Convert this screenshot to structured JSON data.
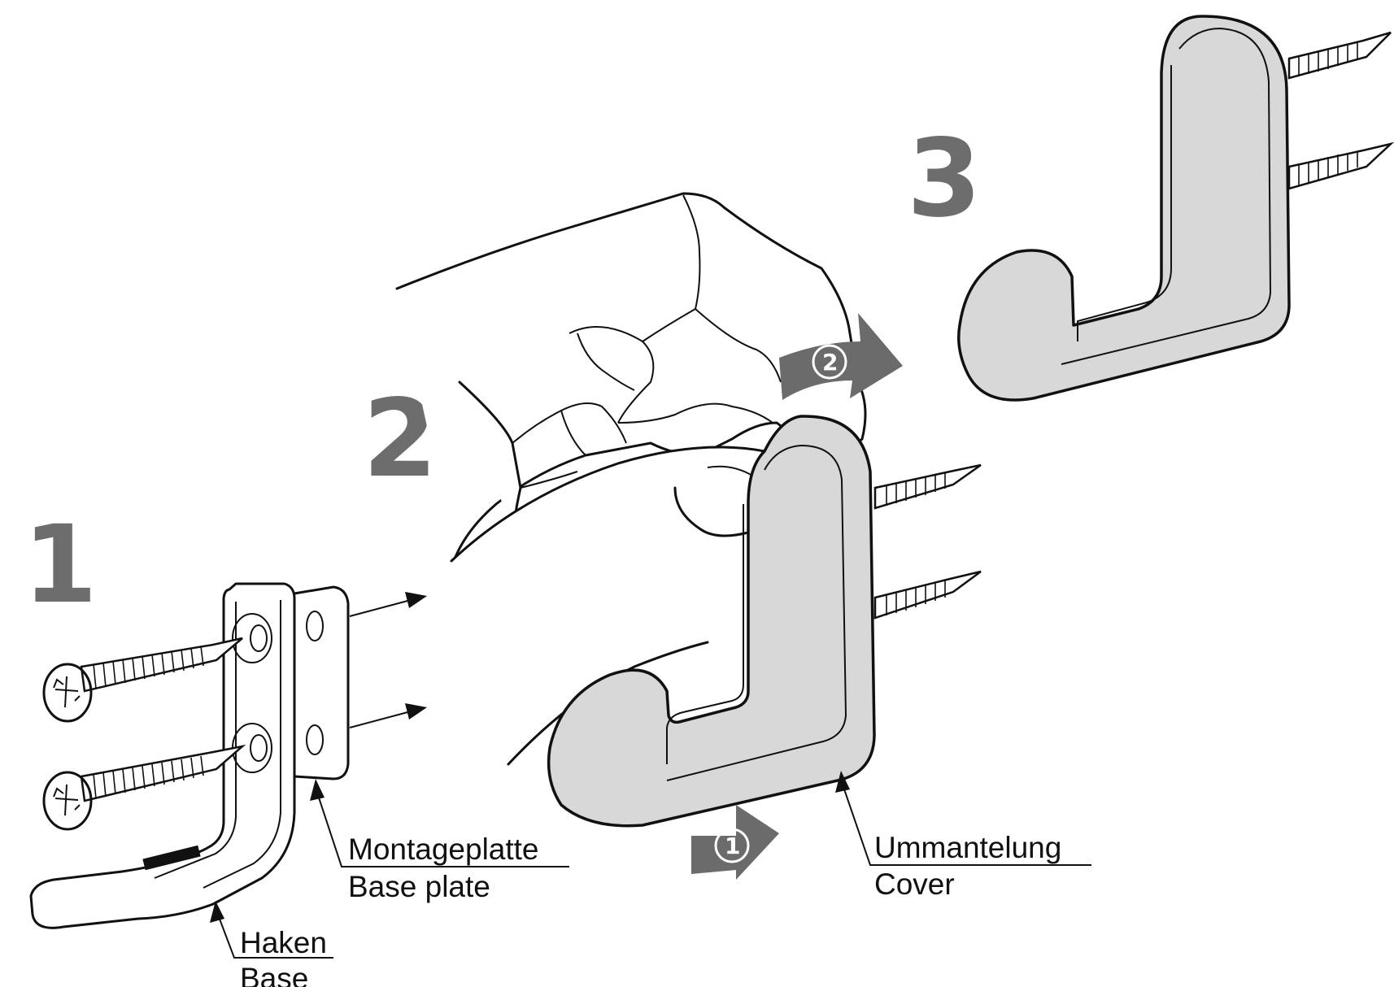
{
  "steps": {
    "step1": "1",
    "step2": "2",
    "step3": "3"
  },
  "callouts": {
    "circle1": "1",
    "circle2": "2"
  },
  "labels": {
    "haken": "Haken",
    "base": "Base",
    "montageplatte": "Montageplatte",
    "base_plate": "Base plate",
    "ummantelung": "Ummantelung",
    "cover": "Cover"
  },
  "colors": {
    "step_number": "#6d6d6d",
    "cover_fill": "#d8d8d8",
    "motion_arrow": "#6b6b6b"
  }
}
